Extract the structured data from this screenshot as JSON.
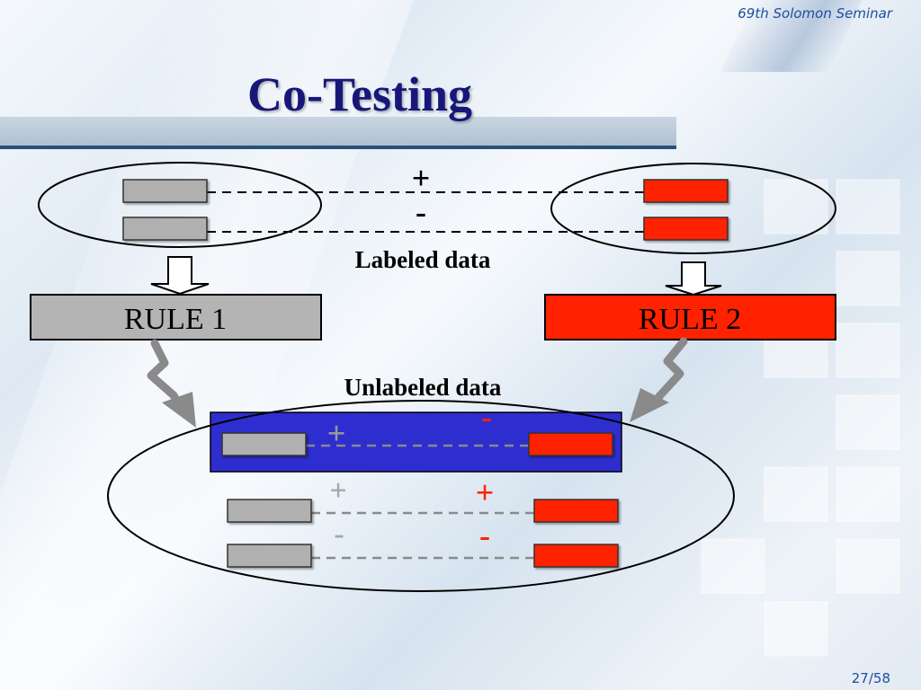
{
  "header": {
    "seminar": "69th Solomon Seminar"
  },
  "slide": {
    "title": "Co-Testing",
    "page": "27/58"
  },
  "diagram": {
    "labeled_plus": "+",
    "labeled_minus": "-",
    "labeled_caption": "Labeled data",
    "rule1_label": "RULE 1",
    "rule2_label": "RULE 2",
    "unlabeled_caption": "Unlabeled data",
    "row1_left_sign": "+",
    "row1_right_sign": "-",
    "row2_left_sign": "+",
    "row2_right_sign": "+",
    "row3_left_sign": "-",
    "row3_right_sign": "-"
  },
  "colors": {
    "view1": "#b0b0b0",
    "view2": "#ff2200",
    "highlight": "#2e2ed0",
    "title": "#17177a"
  }
}
